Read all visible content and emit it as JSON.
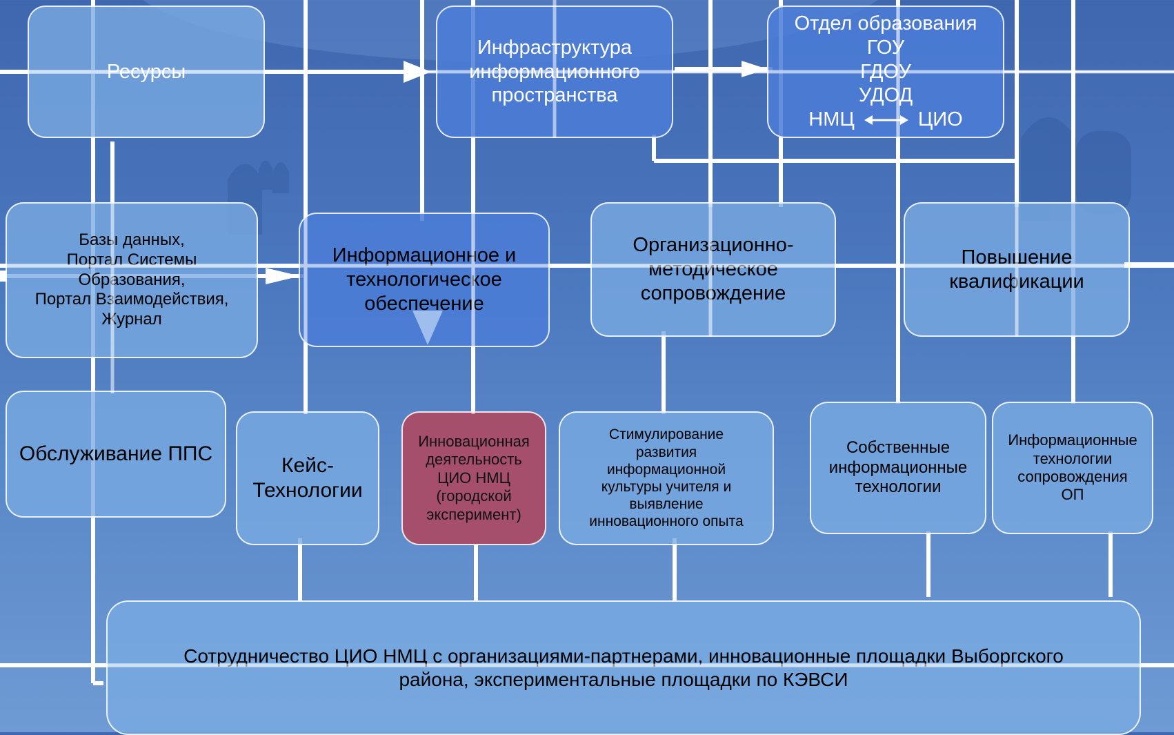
{
  "nodes": {
    "resources": "Ресурсы",
    "infrastructure": "Инфраструктура\nинформационного\nпространства",
    "department": {
      "title": "Отдел образования",
      "gou": "ГОУ",
      "gdou": "ГДОУ",
      "udod": "УДОД",
      "nmc": "НМЦ",
      "cio": "ЦИО"
    },
    "databases": "Базы данных,\nПортал Системы\nОбразования,\nПортал Взаимодействия,\nЖурнал",
    "info_tech_support": "Информационное и\nтехнологическое\nобеспечение",
    "org_method_support": "Организационно-\nметодическое\nсопровождение",
    "qualification": "Повышение\nквалификации",
    "pps_service": "Обслуживание ППС",
    "case_tech": "Кейс-\nТехнологии",
    "innovation": "Инновационная\nдеятельность\nЦИО НМЦ\n(городской\nэксперимент)",
    "stimulation": "Стимулирование\nразвития\nинформационной\nкультуры учителя и\nвыявление\nинновационного опыта",
    "own_it": "Собственные\nинформационные\nтехнологии",
    "it_op": "Информационные\nтехнологии\nсопровождения\nОП",
    "cooperation": "Сотрудничество ЦИО НМЦ с организациями-партнерами, инновационные площадки Выборгского\nрайона, экспериментальные площадки по КЭВСИ"
  },
  "colors": {
    "background_top": "#3f67b0",
    "background_bottom": "#6f9bd4",
    "box_light": "#7aaae1",
    "box_blue": "#4b7dd7",
    "box_maroon": "#a54f6c",
    "line": "#ffffff"
  }
}
